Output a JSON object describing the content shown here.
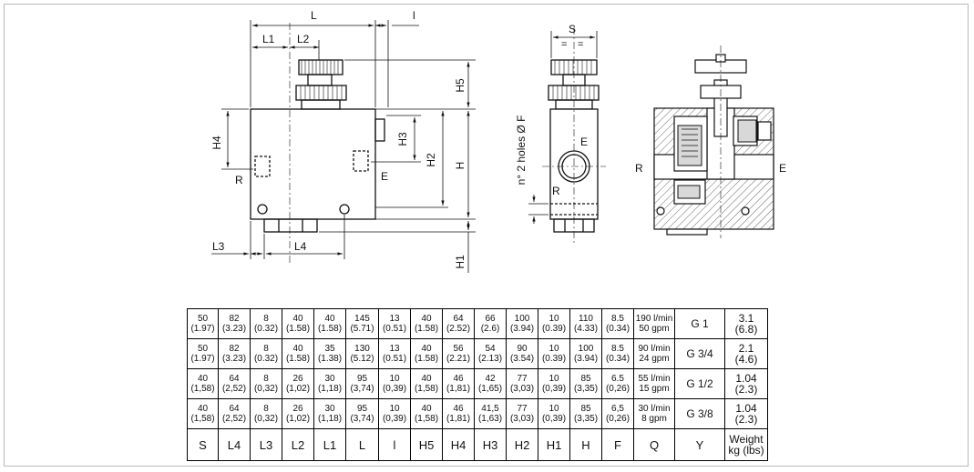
{
  "drawing_labels": {
    "L": "L",
    "l": "l",
    "L1": "L1",
    "L2": "L2",
    "L3": "L3",
    "L4": "L4",
    "H": "H",
    "H1": "H1",
    "H2": "H2",
    "H3": "H3",
    "H4": "H4",
    "H5": "H5",
    "S": "S",
    "R": "R",
    "E": "E",
    "holes": "n° 2 holes Ø F"
  },
  "table": {
    "rows": [
      [
        [
          "50",
          "(1.97)"
        ],
        [
          "82",
          "(3.23)"
        ],
        [
          "8",
          "(0.32)"
        ],
        [
          "40",
          "(1.58)"
        ],
        [
          "40",
          "(1.58)"
        ],
        [
          "145",
          "(5.71)"
        ],
        [
          "13",
          "(0.51)"
        ],
        [
          "40",
          "(1.58)"
        ],
        [
          "64",
          "(2.52)"
        ],
        [
          "66",
          "(2.6)"
        ],
        [
          "100",
          "(3.94)"
        ],
        [
          "10",
          "(0.39)"
        ],
        [
          "110",
          "(4.33)"
        ],
        [
          "8.5",
          "(0.34)"
        ],
        [
          "190 l/min",
          "50 gpm"
        ],
        [
          "G 1"
        ],
        [
          "3.1",
          "(6.8)"
        ]
      ],
      [
        [
          "50",
          "(1.97)"
        ],
        [
          "82",
          "(3.23)"
        ],
        [
          "8",
          "(0.32)"
        ],
        [
          "40",
          "(1.58)"
        ],
        [
          "35",
          "(1.38)"
        ],
        [
          "130",
          "(5.12)"
        ],
        [
          "13",
          "(0.51)"
        ],
        [
          "40",
          "(1.58)"
        ],
        [
          "56",
          "(2.21)"
        ],
        [
          "54",
          "(2.13)"
        ],
        [
          "90",
          "(3.54)"
        ],
        [
          "10",
          "(0.39)"
        ],
        [
          "100",
          "(3.94)"
        ],
        [
          "8.5",
          "(0.34)"
        ],
        [
          "90 l/min",
          "24 gpm"
        ],
        [
          "G 3/4"
        ],
        [
          "2.1",
          "(4.6)"
        ]
      ],
      [
        [
          "40",
          "(1,58)"
        ],
        [
          "64",
          "(2,52)"
        ],
        [
          "8",
          "(0,32)"
        ],
        [
          "26",
          "(1,02)"
        ],
        [
          "30",
          "(1,18)"
        ],
        [
          "95",
          "(3,74)"
        ],
        [
          "10",
          "(0,39)"
        ],
        [
          "40",
          "(1,58)"
        ],
        [
          "46",
          "(1,81)"
        ],
        [
          "42",
          "(1,65)"
        ],
        [
          "77",
          "(3,03)"
        ],
        [
          "10",
          "(0,39)"
        ],
        [
          "85",
          "(3,35)"
        ],
        [
          "6.5",
          "(0,26)"
        ],
        [
          "55 l/min",
          "15 gpm"
        ],
        [
          "G 1/2"
        ],
        [
          "1.04",
          "(2.3)"
        ]
      ],
      [
        [
          "40",
          "(1,58)"
        ],
        [
          "64",
          "(2,52)"
        ],
        [
          "8",
          "(0,32)"
        ],
        [
          "26",
          "(1,02)"
        ],
        [
          "30",
          "(1,18)"
        ],
        [
          "95",
          "(3,74)"
        ],
        [
          "10",
          "(0,39)"
        ],
        [
          "40",
          "(1,58)"
        ],
        [
          "46",
          "(1,81)"
        ],
        [
          "41,5",
          "(1,63)"
        ],
        [
          "77",
          "(3,03)"
        ],
        [
          "10",
          "(0,39)"
        ],
        [
          "85",
          "(3,35)"
        ],
        [
          "6,5",
          "(0,26)"
        ],
        [
          "30 l/min",
          "8 gpm"
        ],
        [
          "G 3/8"
        ],
        [
          "1.04",
          "(2.3)"
        ]
      ]
    ],
    "headers": [
      "S",
      "L4",
      "L3",
      "L2",
      "L1",
      "L",
      "l",
      "H5",
      "H4",
      "H3",
      "H2",
      "H1",
      "H",
      "F",
      "Q",
      "Y",
      [
        "Weight",
        "kg (lbs)"
      ]
    ]
  }
}
